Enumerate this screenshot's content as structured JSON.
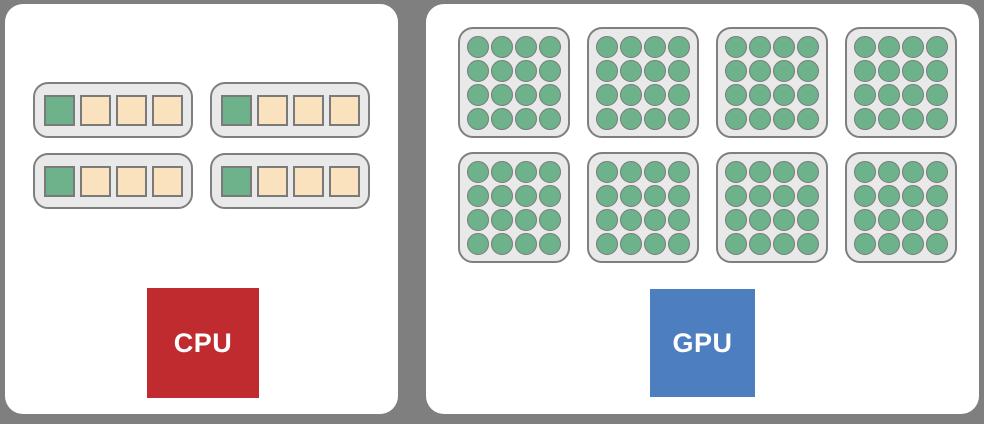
{
  "colors": {
    "background": "#7F7F7F",
    "panel": "#FFFFFF",
    "group_fill": "#E9E9E9",
    "group_border": "#7F7F7F",
    "cell_border": "#7A7A7A",
    "green": "#6DB28A",
    "peach": "#FBE2BF",
    "cpu_red": "#C02B30",
    "gpu_blue": "#4C7EC0",
    "label_text": "#FFFFFF"
  },
  "cpu": {
    "label": "CPU",
    "group_count": 4,
    "cells_per_group": 4,
    "green_cells_per_group": 1
  },
  "gpu": {
    "label": "GPU",
    "group_count": 8,
    "cores_per_group_cols": 4,
    "cores_per_group_rows": 4
  }
}
